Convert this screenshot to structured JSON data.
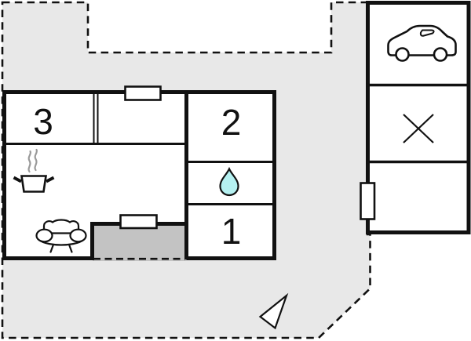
{
  "plan_type": "vacation-home-floor-plan",
  "rooms": [
    {
      "label": "3"
    },
    {
      "label": "2"
    },
    {
      "label": "1"
    }
  ],
  "icons": [
    {
      "name": "cooking-pot-icon",
      "meaning": "kitchen"
    },
    {
      "name": "steam-icon",
      "meaning": "hot-food-steam"
    },
    {
      "name": "sofa-icon",
      "meaning": "living-room"
    },
    {
      "name": "water-drop-icon",
      "meaning": "bathroom"
    },
    {
      "name": "car-icon",
      "meaning": "carport"
    },
    {
      "name": "cross-icon",
      "meaning": "closed-annex"
    },
    {
      "name": "north-arrow-icon",
      "meaning": "orientation-arrow"
    }
  ],
  "colors": {
    "wall": "#111111",
    "label": "#111111",
    "paper": "#ffffff",
    "plot_fill": "#e8e8e8",
    "terrace_fill": "#c3c3c3",
    "drop_fill": "#b5f1f1",
    "steam": "#9a9a9a"
  }
}
